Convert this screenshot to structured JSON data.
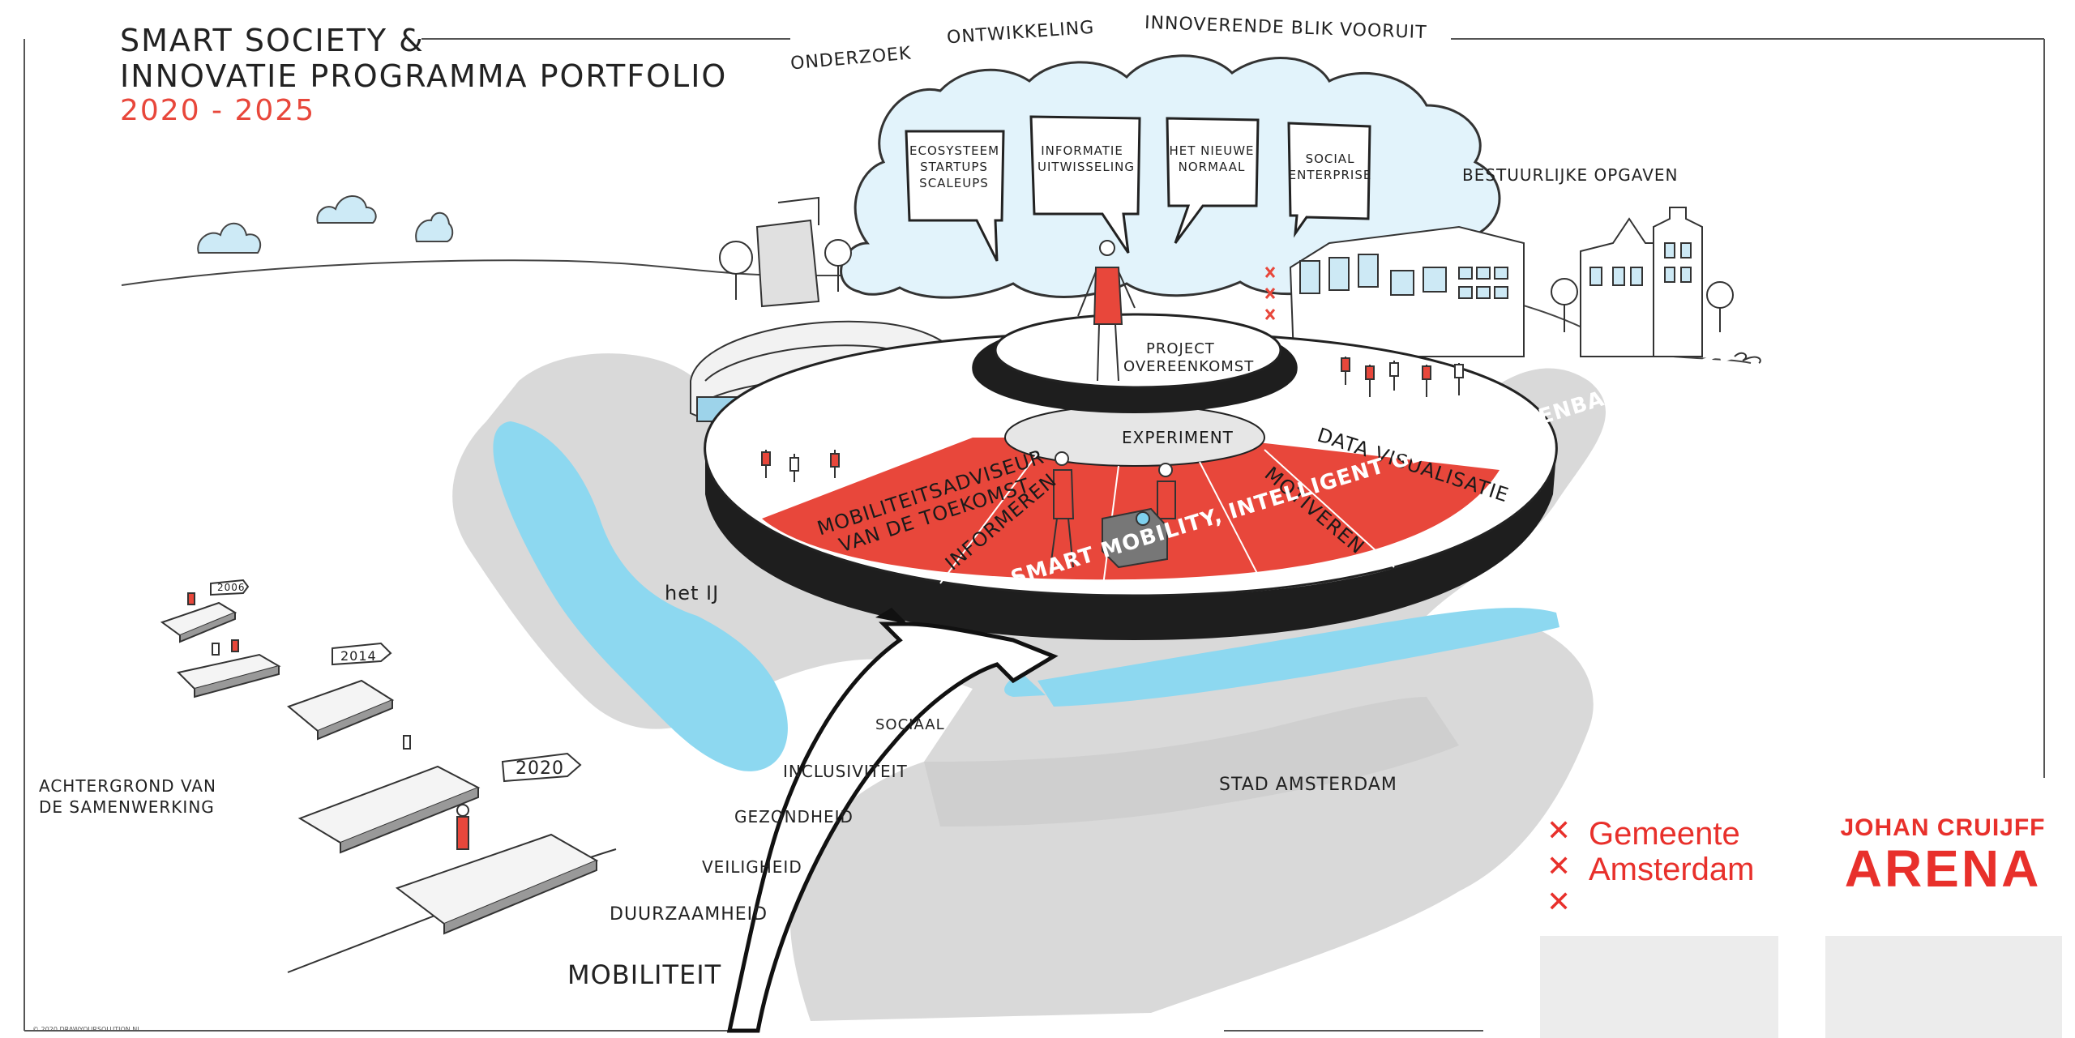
{
  "title": {
    "line1": "SMART SOCIETY &",
    "line2": "INNOVATIE PROGRAMMA PORTFOLIO",
    "years": "2020 - 2025"
  },
  "top_labels": {
    "onderzoek": "ONDERZOEK",
    "ontwikkeling": "ONTWIKKELING",
    "innoverende": "INNOVERENDE BLIK VOORUIT",
    "bestuurlijke": "BESTUURLIJKE OPGAVEN"
  },
  "bubbles": [
    {
      "text": "ECOSYSTEEM STARTUPS SCALEUPS"
    },
    {
      "text": "INFORMATIE UITWISSELING"
    },
    {
      "text": "HET NIEUWE NORMAAL"
    },
    {
      "text": "SOCIAL ENTERPRISE"
    }
  ],
  "platform": {
    "project": "PROJECT",
    "overeenkomst": "OVEREENKOMST",
    "experiment": "EXPERIMENT",
    "mobiliteitsadviseur_1": "MOBILITEITSADVISEUR",
    "mobiliteitsadviseur_2": "VAN DE TOEKOMST",
    "informeren": "INFORMEREN",
    "motiveren": "MOTIVEREN",
    "data_visualisatie": "DATA VISUALISATIE",
    "ring": "SMART MOBILITY, INTELLIGENT GEBRUIK OPENBARE RUIMTE"
  },
  "map": {
    "het_ij": "het IJ",
    "stad": "STAD AMSTERDAM"
  },
  "background": {
    "line1": "ACHTERGROND VAN",
    "line2": "DE SAMENWERKING"
  },
  "timeline": {
    "y2006": "2006",
    "y2014": "2014",
    "y2020": "2020"
  },
  "themes": [
    "SOCIAAL",
    "INCLUSIVITEIT",
    "GEZONDHEID",
    "VEILIGHEID",
    "DUURZAAMHEID"
  ],
  "mobiliteit": "MOBILITEIT",
  "credit": "© 2020 DRAWYOURSOLUTION.NL",
  "logos": {
    "gemeente_1": "Gemeente",
    "gemeente_2": "Amsterdam",
    "jc_1": "JOHAN CRUIJFF",
    "jc_2": "ARENA"
  },
  "colors": {
    "accent_red": "#e8473b",
    "water_blue": "#8dd8f0",
    "land_grey": "#d8d8d8",
    "cloud_blue": "#e2f3fb",
    "logo_red": "#e8302b"
  }
}
